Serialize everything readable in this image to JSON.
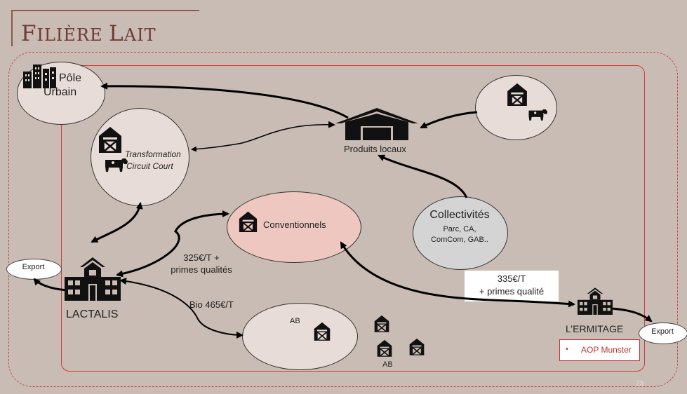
{
  "slide": {
    "title_first_big": "F",
    "title_rest_1": "ILIÈRE ",
    "title_second_big": "L",
    "title_rest_2": "AIT",
    "page_number": "23"
  },
  "nodes": {
    "pole_urbain": {
      "line1": "Pôle",
      "line2": "Urbain"
    },
    "transformation": {
      "line1": "Transformation",
      "line2": "Circuit Court"
    },
    "produits_locaux": {
      "label": "Produits locaux"
    },
    "conventionnels": {
      "label": "Conventionnels"
    },
    "collectivites": {
      "title": "Collectivités",
      "line1": "Parc, CA,",
      "line2": "ComCom, GAB.."
    },
    "lactalis": {
      "label": "LACTALIS"
    },
    "ermitage": {
      "label": "L’ERMITAGE"
    },
    "export_left": {
      "label": "Export"
    },
    "export_right": {
      "label": "Export"
    },
    "ab_ellipse": {
      "label": "AB"
    },
    "ab_cluster": {
      "label": "AB"
    }
  },
  "flows": {
    "lactalis_conventionnels": {
      "line1": "325€/T +",
      "line2": "primes qualités"
    },
    "lactalis_bio": {
      "label": "Bio 465€/T"
    },
    "ermitage_price": {
      "line1": "335€/T",
      "line2": "+ primes qualité"
    }
  },
  "aop": {
    "bullet": "•",
    "label": "AOP Munster"
  },
  "colors": {
    "background": "#c9bcb4",
    "title": "#6f3a34",
    "frame_red": "#cf3d3d",
    "node_fill": "#e8dcd8",
    "conventionnels_fill": "#efc7c1",
    "collectivites_fill": "#d4d4d4"
  },
  "icons": [
    "buildings-icon",
    "barn-icon",
    "cow-icon",
    "warehouse-icon",
    "factory-icon"
  ]
}
